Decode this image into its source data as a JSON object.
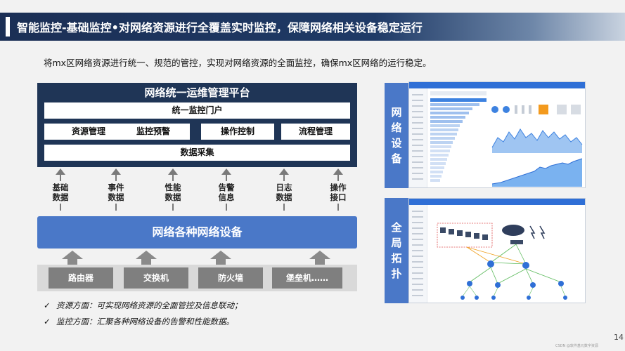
{
  "header": {
    "title": "智能监控-基础监控•对网络资源进行全覆盖实时监控，保障网络相关设备稳定运行"
  },
  "intro": "将mx区网络资源进行统一、规范的管控，实现对网络资源的全面监控，确保mx区网络的运行稳定。",
  "platform": {
    "title": "网络统一运维管理平台",
    "portal": "统一监控门户",
    "modules": [
      "资源管理",
      "监控预警",
      "操作控制",
      "流程管理"
    ],
    "collect": "数据采集"
  },
  "data_streams": [
    {
      "line1": "基础",
      "line2": "数据"
    },
    {
      "line1": "事件",
      "line2": "数据"
    },
    {
      "line1": "性能",
      "line2": "数据"
    },
    {
      "line1": "告警",
      "line2": "信息"
    },
    {
      "line1": "日志",
      "line2": "数据"
    },
    {
      "line1": "操作",
      "line2": "接口"
    }
  ],
  "devices_bar": "网络各种网络设备",
  "hardware": [
    "路由器",
    "交换机",
    "防火墙",
    "堡垒机……"
  ],
  "bullets": [
    "资源方面：可实现网络资源的全面管控及信息联动；",
    "监控方面：汇聚各种网络设备的告警和性能数据。"
  ],
  "side_tiles": [
    {
      "chars": [
        "网",
        "络",
        "设",
        "备"
      ]
    },
    {
      "chars": [
        "全",
        "局",
        "拓",
        "扑"
      ]
    }
  ],
  "page_number": "14",
  "credit": "CSDN @软件基元数字资源",
  "colors": {
    "navy": "#1f3556",
    "blue": "#4a78c8",
    "gray": "#7f7f7f"
  }
}
